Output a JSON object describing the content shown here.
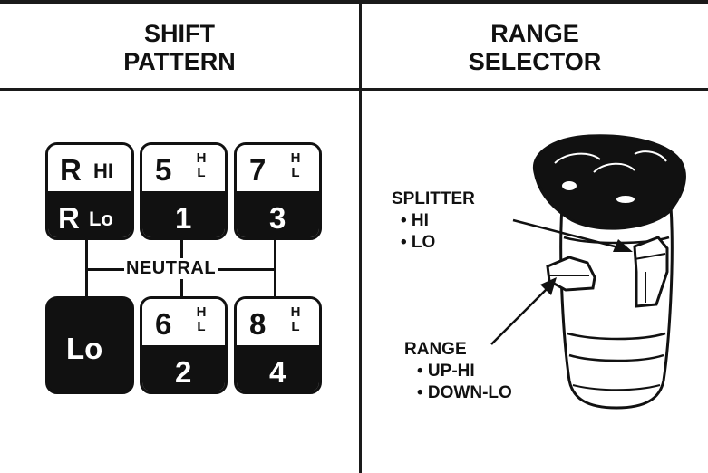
{
  "headers": {
    "left_line1": "SHIFT",
    "left_line2": "PATTERN",
    "right_line1": "RANGE",
    "right_line2": "SELECTOR"
  },
  "shift_pattern": {
    "reverse": {
      "top_main": "R",
      "top_sub": "HI",
      "bottom_main": "R",
      "bottom_sub": "Lo"
    },
    "gates": [
      {
        "top": "5",
        "bottom": "1",
        "hi": "H",
        "lo": "L"
      },
      {
        "top": "7",
        "bottom": "3",
        "hi": "H",
        "lo": "L"
      },
      {
        "top": "6",
        "bottom": "2",
        "hi": "H",
        "lo": "L"
      },
      {
        "top": "8",
        "bottom": "4",
        "hi": "H",
        "lo": "L"
      }
    ],
    "low": "Lo",
    "neutral": "NEUTRAL"
  },
  "range_selector": {
    "splitter_title": "SPLITTER",
    "splitter_opts": [
      "• HI",
      "• LO"
    ],
    "range_title": "RANGE",
    "range_opts": [
      "• UP-HI",
      "• DOWN-LO"
    ]
  },
  "colors": {
    "ink": "#111111",
    "paper": "#ffffff"
  }
}
